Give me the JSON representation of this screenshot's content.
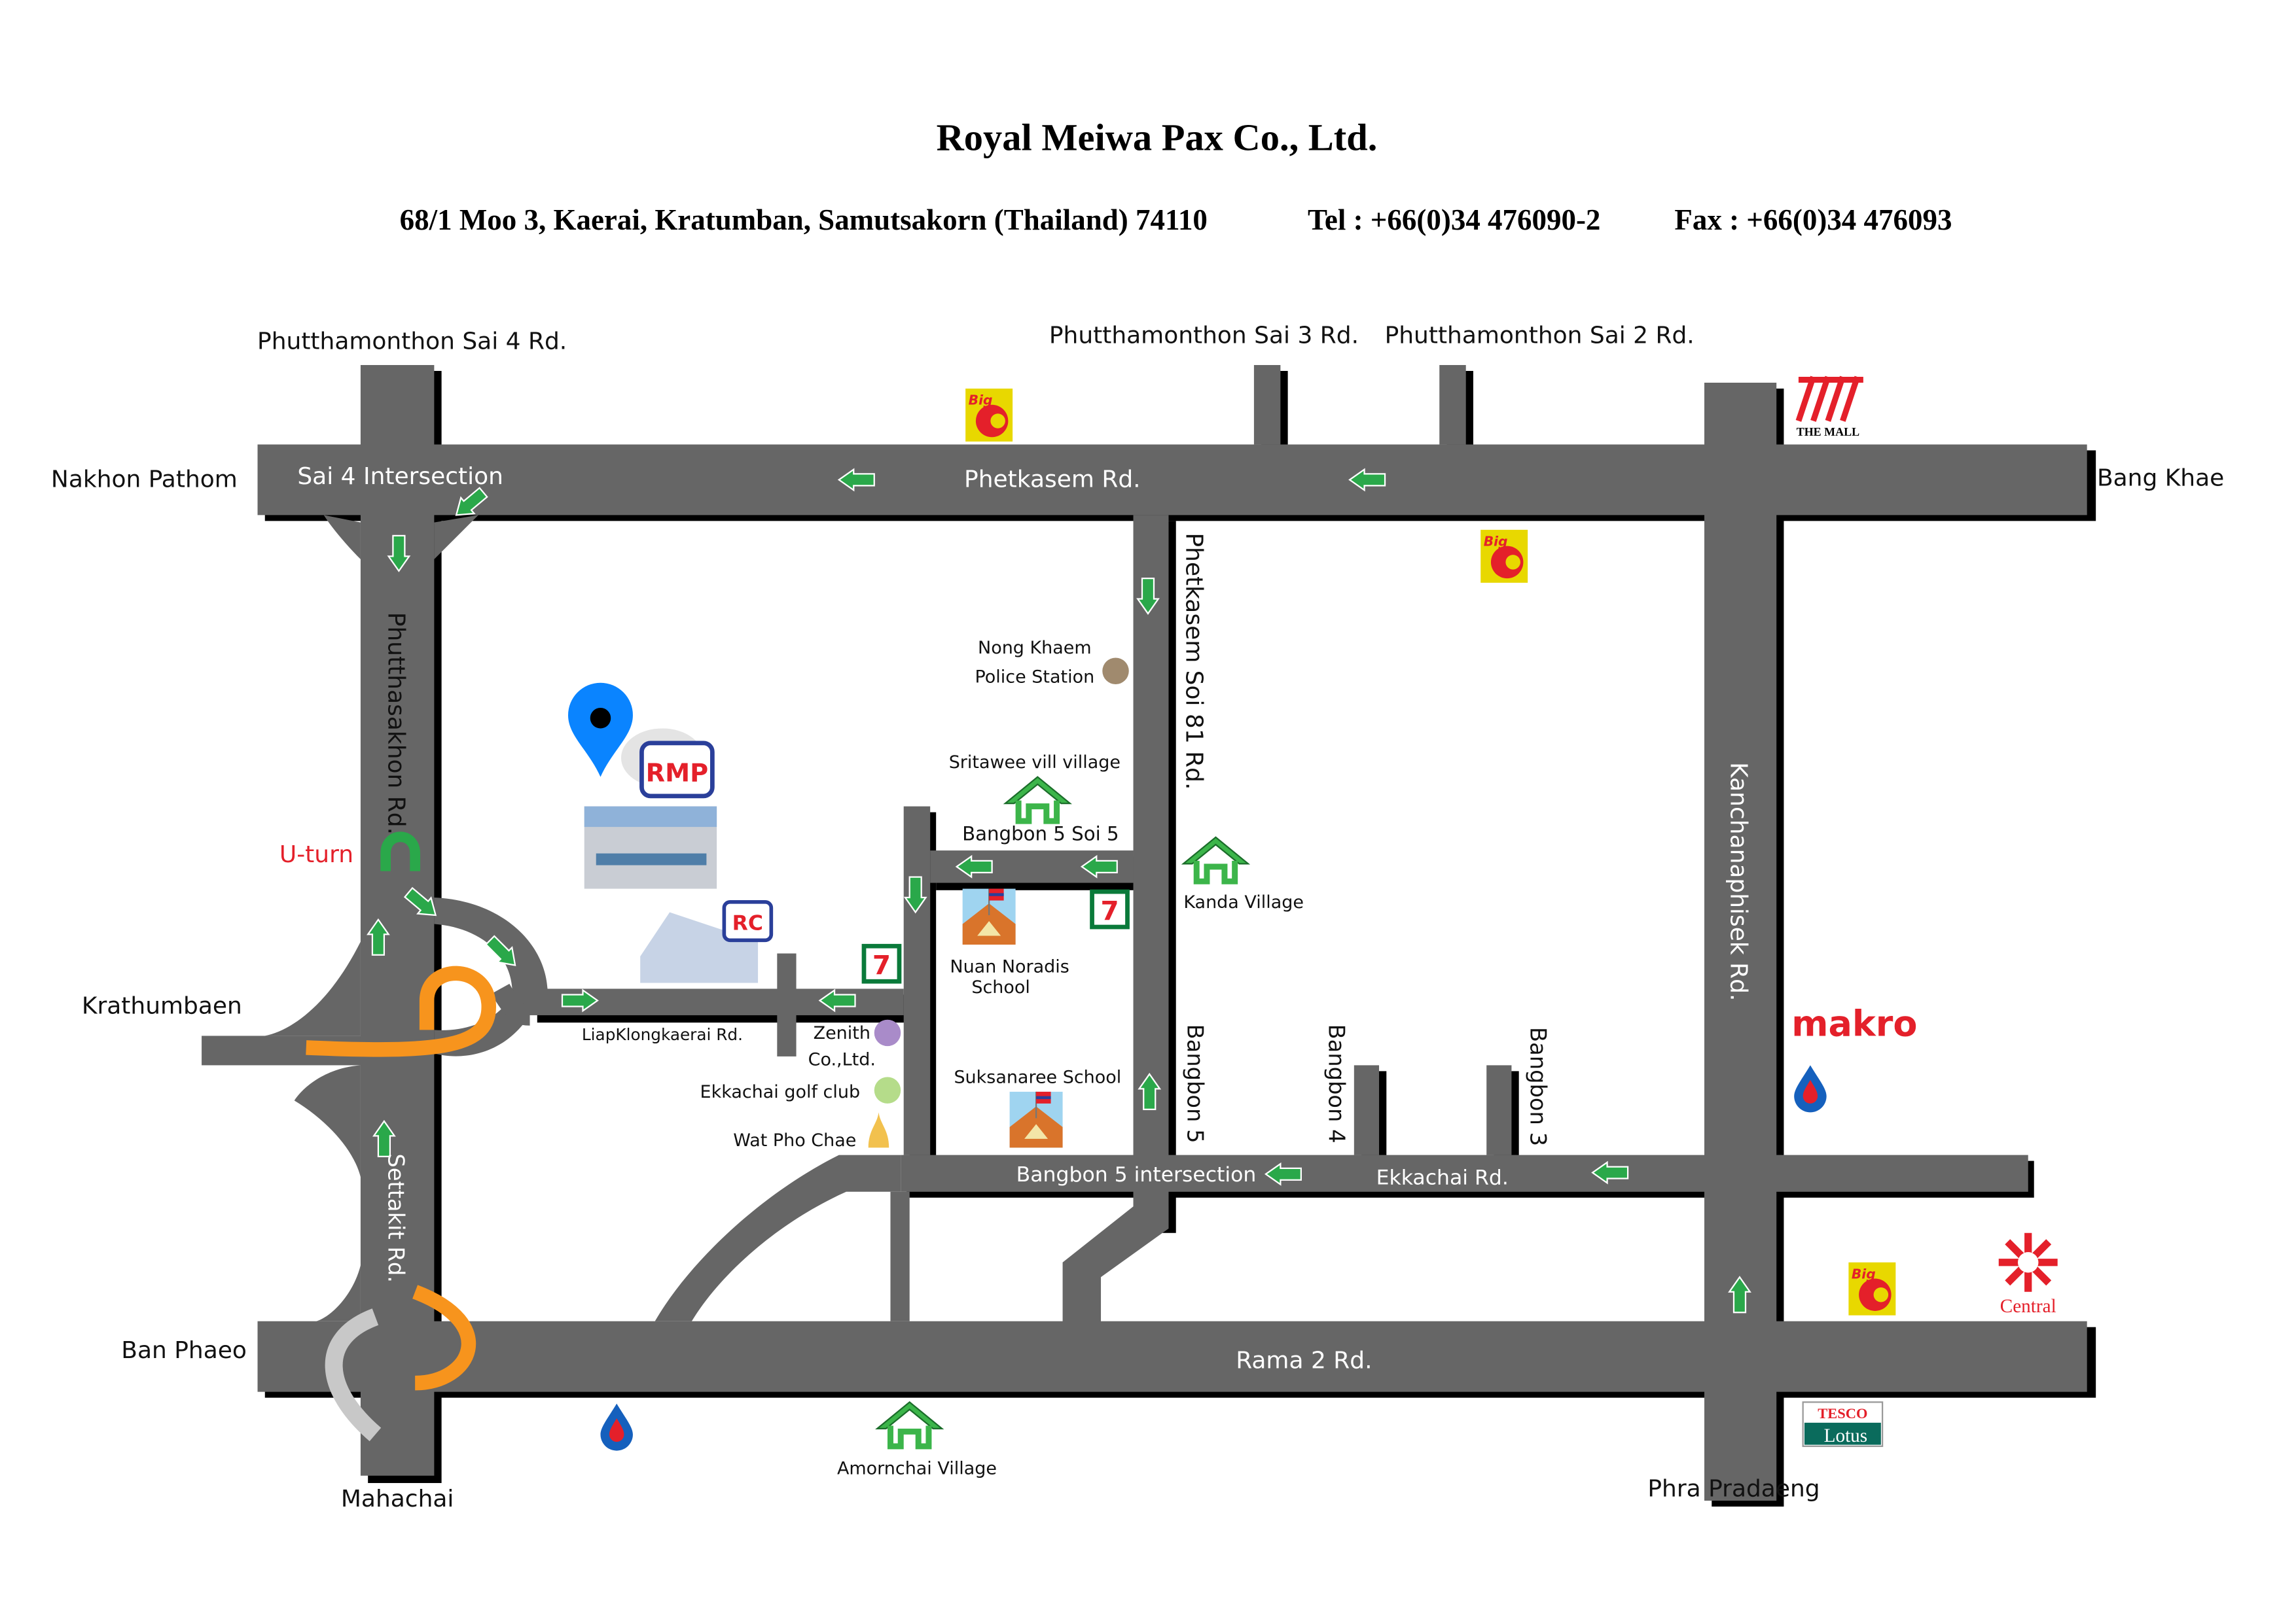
{
  "header": {
    "company": "Royal Meiwa Pax Co., Ltd.",
    "address": "68/1 Moo 3, Kaerai, Kratumban, Samutsakorn (Thailand) 74110",
    "tel": "Tel : +66(0)34 476090-2",
    "fax": "Fax : +66(0)34 476093"
  },
  "roads": {
    "sai4": "Phutthamonthon Sai 4 Rd.",
    "sai3": "Phutthamonthon Sai 3 Rd.",
    "sai2": "Phutthamonthon Sai 2 Rd.",
    "phetkasem": "Phetkasem Rd.",
    "sai4_intersection": "Sai 4 Intersection",
    "phutthasakhon": "Phutthasakhon Rd.",
    "phetkasem_soi81": "Phetkasem Soi 81 Rd.",
    "kanchanaphisek": "Kanchanaphisek Rd.",
    "bangbon5_soi5": "Bangbon 5 Soi 5",
    "liap": "LiapKlongkaerai Rd.",
    "bangbon5": "Bangbon 5",
    "bangbon4": "Bangbon 4",
    "bangbon3": "Bangbon 3",
    "bangbon5_intersection": "Bangbon 5 intersection",
    "ekkachai": "Ekkachai Rd.",
    "settakit": "Settakit Rd.",
    "rama2": "Rama 2 Rd."
  },
  "places": {
    "nakhon_pathom": "Nakhon Pathom",
    "bang_khae": "Bang Khae",
    "krathumbaen": "Krathumbaen",
    "ban_phaeo": "Ban Phaeo",
    "mahachai": "Mahachai",
    "phra_pradaeng": "Phra Pradaeng",
    "u_turn": "U-turn",
    "police_1": "Nong Khaem",
    "police_2": "Police Station",
    "sritawee": "Sritawee vill village",
    "kanda": "Kanda Village",
    "nuan_1": "Nuan Noradis",
    "nuan_2": "School",
    "suksanaree": "Suksanaree School",
    "zenith_1": "Zenith",
    "zenith_2": "Co.,Ltd.",
    "golf": "Ekkachai golf club",
    "wat": "Wat Pho Chae",
    "amornchai": "Amornchai Village"
  },
  "logos": {
    "rmp": "RMP",
    "rc": "RC",
    "bigc": "Big C",
    "the_mall": "THE MALL",
    "makro": "makro",
    "central": "Central",
    "tesco_1": "TESCO",
    "tesco_2": "Lotus",
    "seven": "7-ELEVEn",
    "school": "SCHOOL"
  },
  "colors": {
    "road": "#666666",
    "arrow": "#2aa84a",
    "uturn": "#f7941d",
    "pin": "#0a84ff",
    "makro": "#e4202a"
  }
}
